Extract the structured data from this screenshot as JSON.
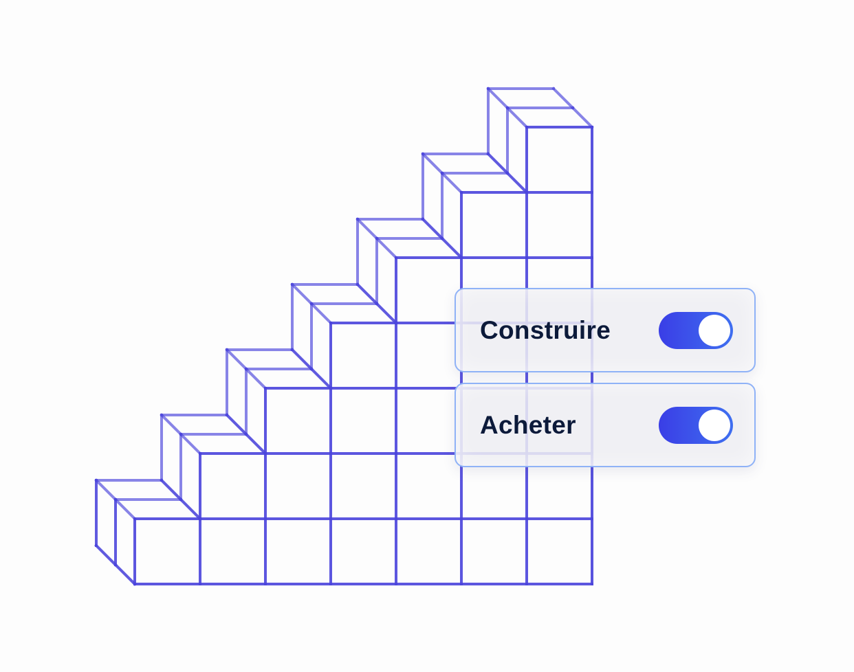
{
  "illustration": {
    "name": "cube-staircase",
    "stroke_color": "#4b45dc"
  },
  "toggles": [
    {
      "label": "Construire",
      "checked": true
    },
    {
      "label": "Acheter",
      "checked": true
    }
  ],
  "colors": {
    "accent": "#3a3ee6",
    "card_border": "#8fb2f7",
    "label_text": "#0c1a3a"
  }
}
